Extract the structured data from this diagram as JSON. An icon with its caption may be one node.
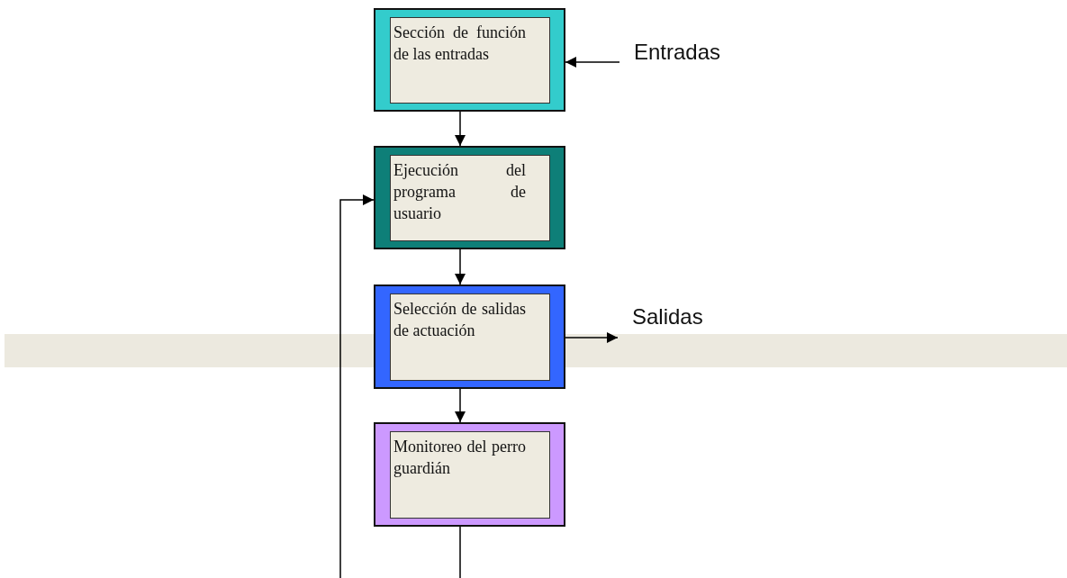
{
  "diagram": {
    "nodes": [
      {
        "text": [
          "Sección de función de las entradas"
        ]
      },
      {
        "text": [
          "Ejecución del programa de usuario"
        ]
      },
      {
        "text": [
          "Selección de salidas de actuación"
        ]
      },
      {
        "text": [
          "Monitoreo del perro guardián"
        ]
      },
      {
        "text": [
          "Entradas"
        ]
      },
      {
        "text": [
          "Salidas"
        ]
      }
    ],
    "edges": [
      {
        "from": 4,
        "to": 0,
        "arrow": "to"
      },
      {
        "from": 0,
        "to": 1,
        "arrow": "to"
      },
      {
        "from": 1,
        "to": 2,
        "arrow": "to"
      },
      {
        "from": 2,
        "to": 5,
        "arrow": "to"
      },
      {
        "from": 2,
        "to": 3,
        "arrow": "to"
      },
      {
        "from": 3,
        "to": 1,
        "arrow": "to"
      }
    ]
  }
}
